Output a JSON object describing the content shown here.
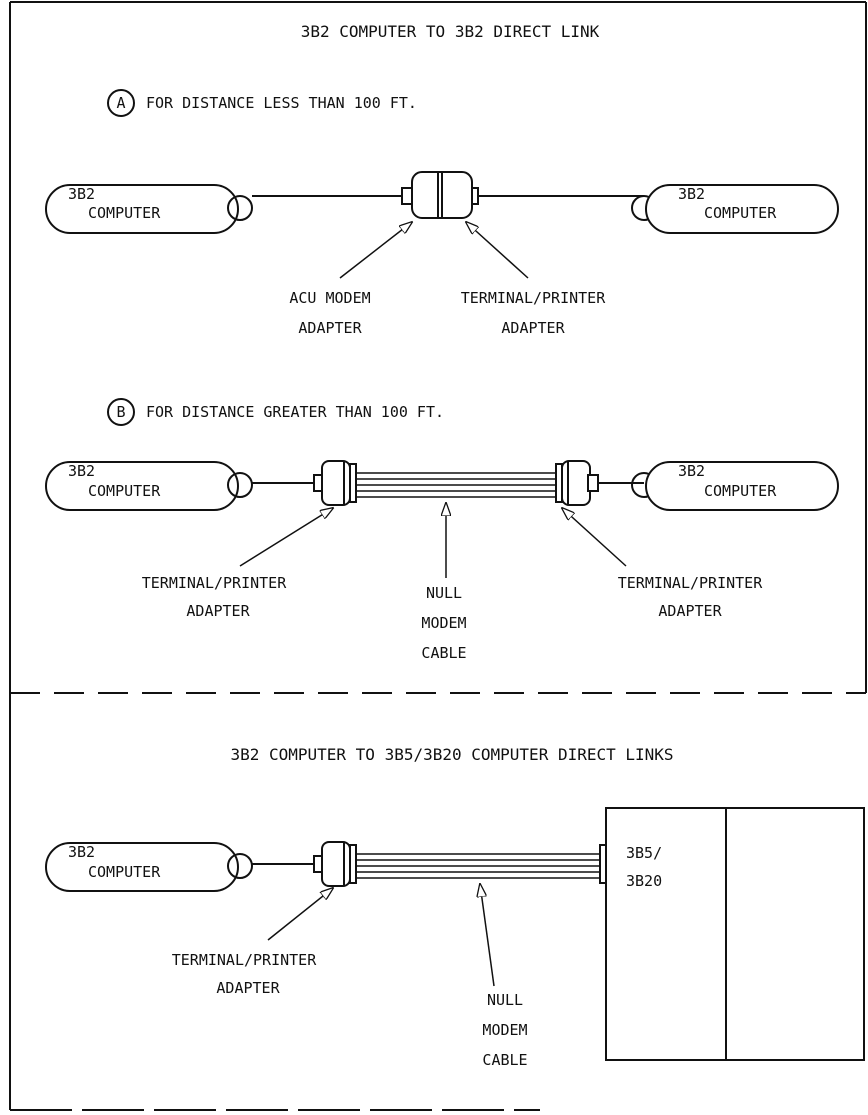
{
  "top_panel": {
    "title": "3B2 COMPUTER TO 3B2 DIRECT LINK",
    "section_a": {
      "marker": "A",
      "heading": "FOR DISTANCE LESS THAN 100 FT.",
      "left_computer": [
        "3B2",
        "COMPUTER"
      ],
      "right_computer": [
        "3B2",
        "COMPUTER"
      ],
      "label_left": [
        "ACU MODEM",
        "ADAPTER"
      ],
      "label_right": [
        "TERMINAL/PRINTER",
        "ADAPTER"
      ]
    },
    "section_b": {
      "marker": "B",
      "heading": "FOR DISTANCE GREATER THAN 100 FT.",
      "left_computer": [
        "3B2",
        "COMPUTER"
      ],
      "right_computer": [
        "3B2",
        "COMPUTER"
      ],
      "label_left": [
        "TERMINAL/PRINTER",
        "ADAPTER"
      ],
      "label_center": [
        "NULL",
        "MODEM",
        "CABLE"
      ],
      "label_right": [
        "TERMINAL/PRINTER",
        "ADAPTER"
      ]
    }
  },
  "bottom_panel": {
    "title": "3B2 COMPUTER TO 3B5/3B20 COMPUTER DIRECT LINKS",
    "left_computer": [
      "3B2",
      "COMPUTER"
    ],
    "cabinet_label": [
      "3B5/",
      "3B20"
    ],
    "label_adapter": [
      "TERMINAL/PRINTER",
      "ADAPTER"
    ],
    "label_cable": [
      "NULL",
      "MODEM",
      "CABLE"
    ]
  }
}
